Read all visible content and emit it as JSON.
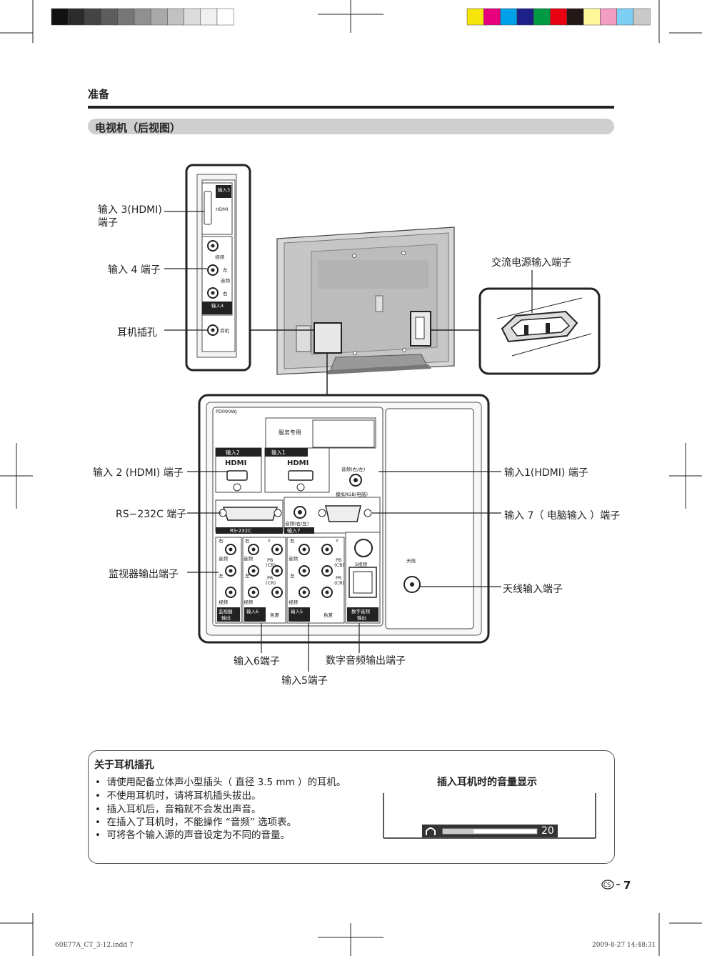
{
  "header": {
    "section": "准备",
    "subsection": "电视机（后视图）"
  },
  "colors": {
    "accent": "#cfcfcf",
    "bar": "#222222",
    "grays": [
      "#111111",
      "#2b2b2b",
      "#444444",
      "#5d5d5d",
      "#777777",
      "#909090",
      "#a9a9a9",
      "#c2c2c2",
      "#dbdbdb",
      "#f0f0f0",
      "#ffffff"
    ],
    "swatches": [
      "#f5e50a",
      "#e6007e",
      "#00a0e9",
      "#1d2088",
      "#009944",
      "#e60012",
      "#231815",
      "#fff799",
      "#f19ec2",
      "#7ecef4",
      "#c9c9c9"
    ]
  },
  "callouts": {
    "hdmi3": "输入 3(HDMI)",
    "hdmi3_b": "端子",
    "input4": "输入 4 端子",
    "headphone": "耳机插孔",
    "ac": "交流电源输入端子",
    "hdmi2": "输入 2 (HDMI) 端子",
    "rs232": "RS−232C 端子",
    "monitor": "监视器输出端子",
    "hdmi1": "输入1(HDMI) 端子",
    "input7": "输入 7（ 电脑输入 ）端子",
    "antenna": "天线输入端子",
    "input6": "输入6端子",
    "digital": "数字音频输出端子",
    "input5": "输入5端子"
  },
  "panel": {
    "side": {
      "in3": "输入3",
      "hdmi": "HDMI",
      "video": "视频",
      "left": "左",
      "audio": "音频",
      "right": "右",
      "in4": "输入4",
      "phones": "耳机"
    },
    "model": "PD090WJ",
    "service": "服务专用",
    "in2": "输入2",
    "in1": "输入1",
    "hdmi_logo": "HDMI",
    "audio_rl": "音频(右/左)",
    "rgb": "模拟RGB(电脑)",
    "audio_rl2": "音频(右/左)",
    "rs232": "RS-232C",
    "in7": "输入7",
    "right": "右",
    "left": "左",
    "audio": "音频",
    "video": "视频",
    "y": "Y",
    "pb": "PB",
    "cb": "(CB)",
    "pr": "PR",
    "cr": "(CR)",
    "monitor_out": "监视器",
    "monitor_out2": "输出",
    "in6": "输入6",
    "in5": "输入5",
    "diff": "色差",
    "svideo": "S视频",
    "digital": "数字音频",
    "digital2": "输出",
    "antenna": "天线"
  },
  "note": {
    "title": "关于耳机插孔",
    "items": [
      "请使用配备立体声小型插头（ 直径 3.5 mm ）的耳机。",
      "不使用耳机时，请将耳机插头拔出。",
      "插入耳机后，音箱就不会发出声音。",
      "在插入了耳机时，不能操作 “音频” 选项表。",
      "可将各个输入源的声音设定为不同的音量。"
    ],
    "volume_title": "插入耳机时的音量显示",
    "volume_value": "20",
    "volume_level": 0.33
  },
  "page": {
    "lang": "CS",
    "number": "7"
  },
  "footer": {
    "file": "60E77A_CT_3-12.indd   7",
    "stamp": "2009-8-27   14:48:31"
  }
}
